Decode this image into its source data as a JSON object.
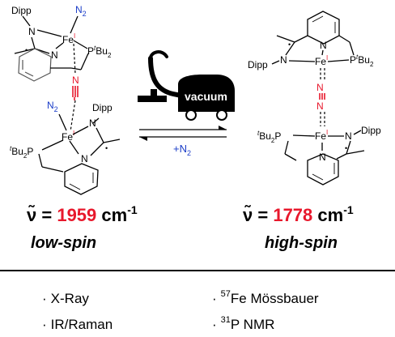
{
  "colors": {
    "red": "#e8182c",
    "blue": "#1a3cc8",
    "black": "#000000",
    "grey": "#555555"
  },
  "atoms": {
    "dipp": "Dipp",
    "n2_label": "N",
    "n2_sub": "2",
    "fe": "Fe",
    "fe_ox": "I",
    "n": "N",
    "p": "P",
    "tbu_t": "t",
    "tbu_bu": "Bu",
    "tbu_sub": "2",
    "bu2p_t": "t",
    "bu2p_bu": "Bu",
    "bu2p_sub": "2",
    "bu2p_p": "P",
    "dot": "•"
  },
  "arrow": {
    "vacuum_label": "vacuum",
    "reverse_label_prefix": "+N",
    "reverse_label_sub": "2"
  },
  "left": {
    "freq_symbol": "ν̃",
    "freq_eq": " = ",
    "freq_value": "1959",
    "freq_unit": " cm",
    "freq_exp": "-1",
    "spin": "low-spin"
  },
  "right": {
    "freq_symbol": "ν̃",
    "freq_eq": " = ",
    "freq_value": "1778",
    "freq_unit": " cm",
    "freq_exp": "-1",
    "spin": "high-spin"
  },
  "techniques": [
    {
      "bullet": "·",
      "pre": "",
      "text": "X-Ray"
    },
    {
      "bullet": "·",
      "pre": "",
      "text": "IR/Raman"
    },
    {
      "bullet": "·",
      "pre": "57",
      "text": "Fe Mössbauer"
    },
    {
      "bullet": "·",
      "pre": "31",
      "text": "P NMR"
    }
  ]
}
